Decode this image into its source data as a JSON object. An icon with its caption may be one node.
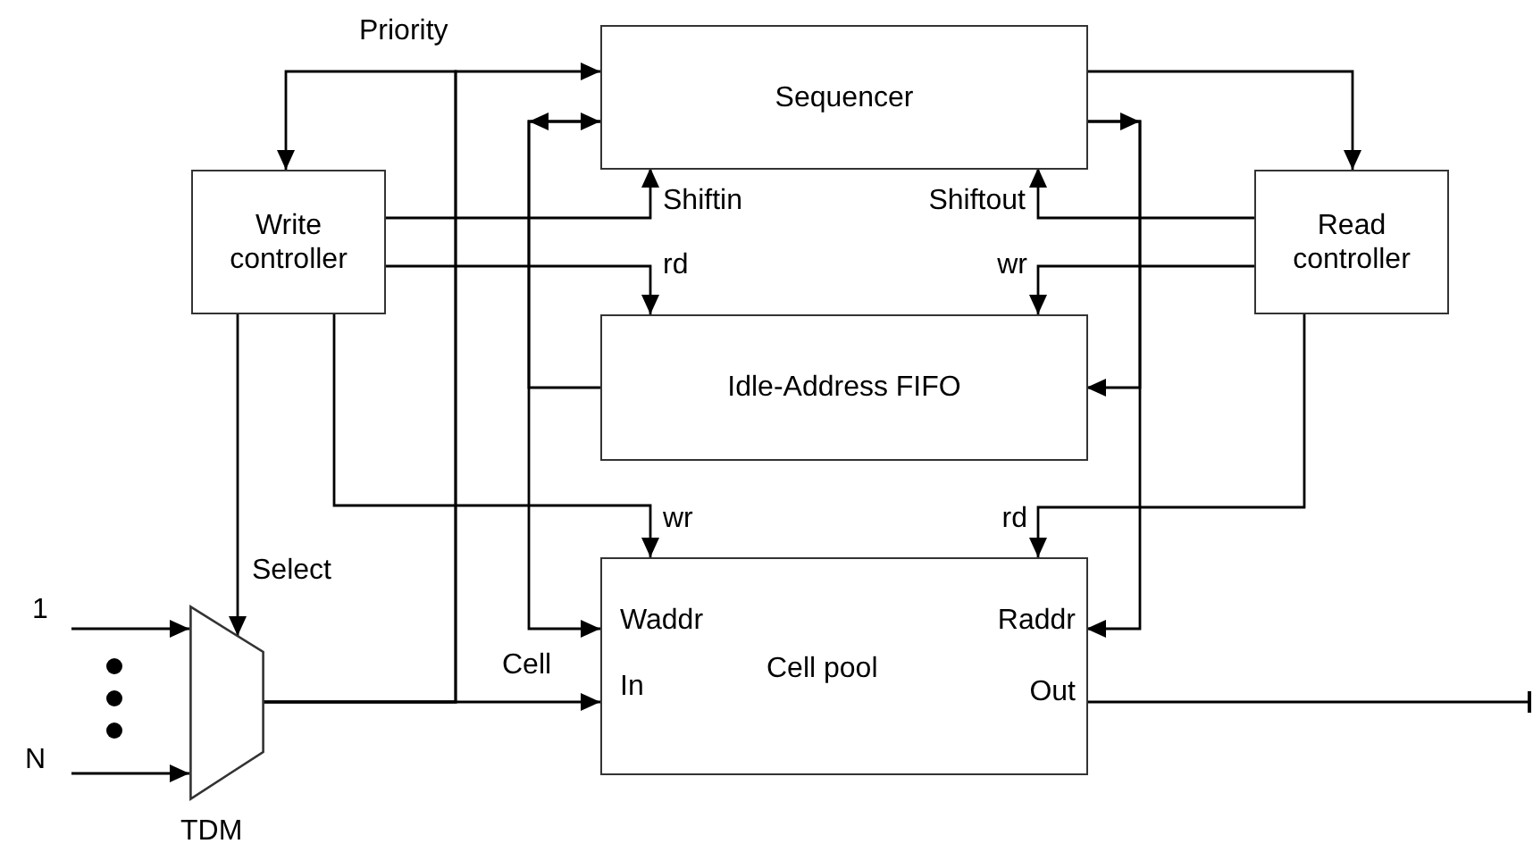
{
  "diagram": {
    "nodes": [
      {
        "text": [
          "Sequencer"
        ]
      },
      {
        "text": [
          "Write controller"
        ]
      },
      {
        "text": [
          "Read controller"
        ]
      },
      {
        "text": [
          "Idle-Address FIFO"
        ]
      },
      {
        "text": [
          "Waddr",
          "Raddr",
          "Cell pool",
          "In",
          "Out"
        ]
      },
      {
        "text": [
          "TDM"
        ]
      }
    ],
    "edges": [
      {
        "from": 5,
        "to": 0,
        "arrow": "to",
        "label": "Priority"
      },
      {
        "from": 5,
        "to": 1,
        "arrow": "to"
      },
      {
        "from": 5,
        "to": 4,
        "arrow": "to",
        "label": "Cell"
      },
      {
        "from": 3,
        "to": 0,
        "arrow": "to"
      },
      {
        "from": 0,
        "to": 4,
        "arrow": "to"
      },
      {
        "from": 0,
        "to": 2,
        "arrow": "to"
      },
      {
        "from": 0,
        "to": 3,
        "arrow": "to"
      },
      {
        "from": 0,
        "to": 4,
        "arrow": "to"
      },
      {
        "from": 1,
        "to": 0,
        "arrow": "to",
        "label": "Shiftin"
      },
      {
        "from": 1,
        "to": 3,
        "arrow": "to",
        "label": "rd"
      },
      {
        "from": 1,
        "to": 5,
        "arrow": "to",
        "label": "Select"
      },
      {
        "from": 1,
        "to": 4,
        "arrow": "to",
        "label": "wr"
      },
      {
        "from": 2,
        "to": 0,
        "arrow": "to",
        "label": "Shiftout"
      },
      {
        "from": 2,
        "to": 3,
        "arrow": "to",
        "label": "wr"
      },
      {
        "from": 2,
        "to": 4,
        "arrow": "to",
        "label": "rd"
      },
      {
        "from": null,
        "to": 5,
        "arrow": "to"
      },
      {
        "from": null,
        "to": 5,
        "arrow": "to"
      },
      {
        "from": 4,
        "to": null,
        "arrow": "other"
      }
    ],
    "labels": [
      "1",
      "N"
    ]
  }
}
